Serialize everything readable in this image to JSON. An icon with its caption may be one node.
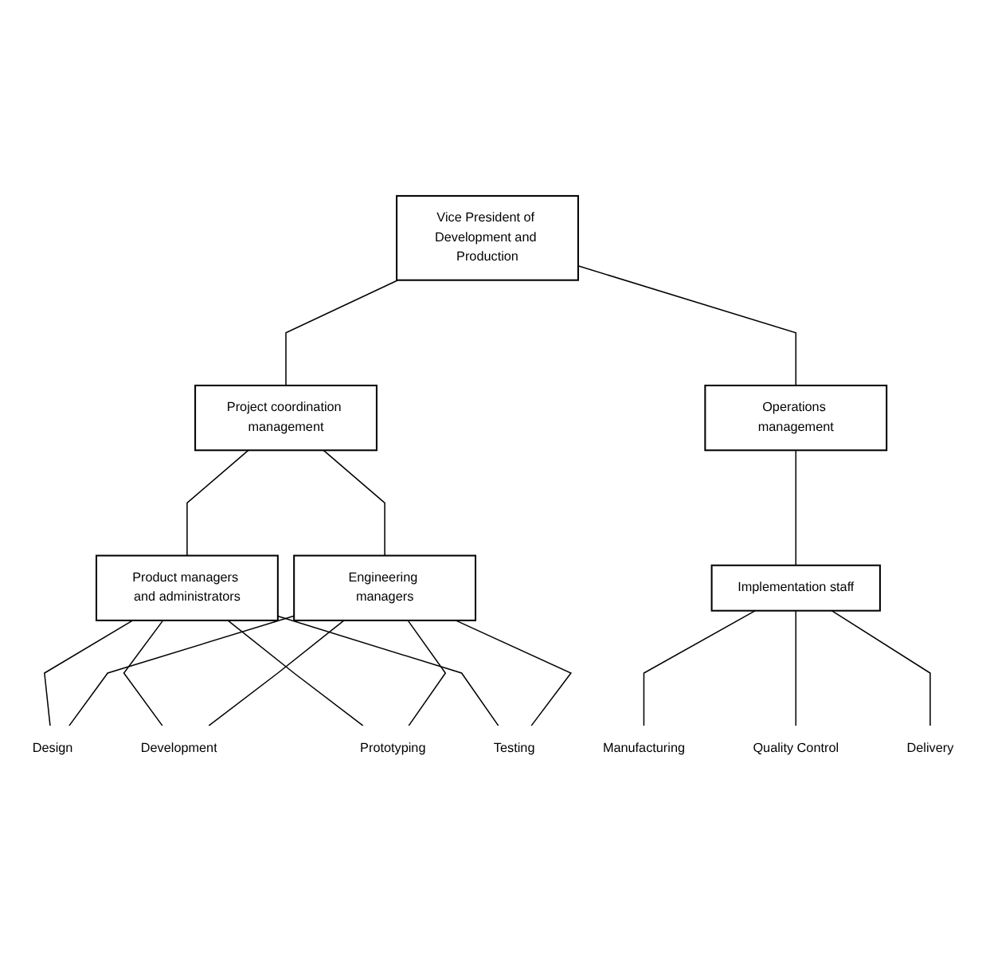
{
  "diagram": {
    "nodes": [
      {
        "text": [
          "Vice President of Development and Production"
        ]
      },
      {
        "text": [
          "Project coordination management"
        ]
      },
      {
        "text": [
          "Operations management"
        ]
      },
      {
        "text": [
          "Product managers and administrators"
        ]
      },
      {
        "text": [
          "Engineering managers"
        ]
      },
      {
        "text": [
          "Implementation staff"
        ]
      },
      {
        "text": [
          "Design"
        ]
      },
      {
        "text": [
          "Development"
        ]
      },
      {
        "text": [
          "Prototyping"
        ]
      },
      {
        "text": [
          "Testing"
        ]
      },
      {
        "text": [
          "Manufacturing"
        ]
      },
      {
        "text": [
          "Quality Control"
        ]
      },
      {
        "text": [
          "Delivery"
        ]
      }
    ],
    "edges": [
      {
        "from": 0,
        "to": 1,
        "arrow": "none"
      },
      {
        "from": 0,
        "to": 2,
        "arrow": "none"
      },
      {
        "from": 1,
        "to": 3,
        "arrow": "none"
      },
      {
        "from": 1,
        "to": 4,
        "arrow": "none"
      },
      {
        "from": 2,
        "to": 5,
        "arrow": "none"
      },
      {
        "from": 3,
        "to": 6,
        "arrow": "none"
      },
      {
        "from": 3,
        "to": 7,
        "arrow": "none"
      },
      {
        "from": 3,
        "to": 8,
        "arrow": "none"
      },
      {
        "from": 3,
        "to": 9,
        "arrow": "none"
      },
      {
        "from": 4,
        "to": 6,
        "arrow": "none"
      },
      {
        "from": 4,
        "to": 7,
        "arrow": "none"
      },
      {
        "from": 4,
        "to": 8,
        "arrow": "none"
      },
      {
        "from": 4,
        "to": 9,
        "arrow": "none"
      },
      {
        "from": 5,
        "to": 10,
        "arrow": "none"
      },
      {
        "from": 5,
        "to": 11,
        "arrow": "none"
      },
      {
        "from": 5,
        "to": 12,
        "arrow": "none"
      }
    ]
  }
}
